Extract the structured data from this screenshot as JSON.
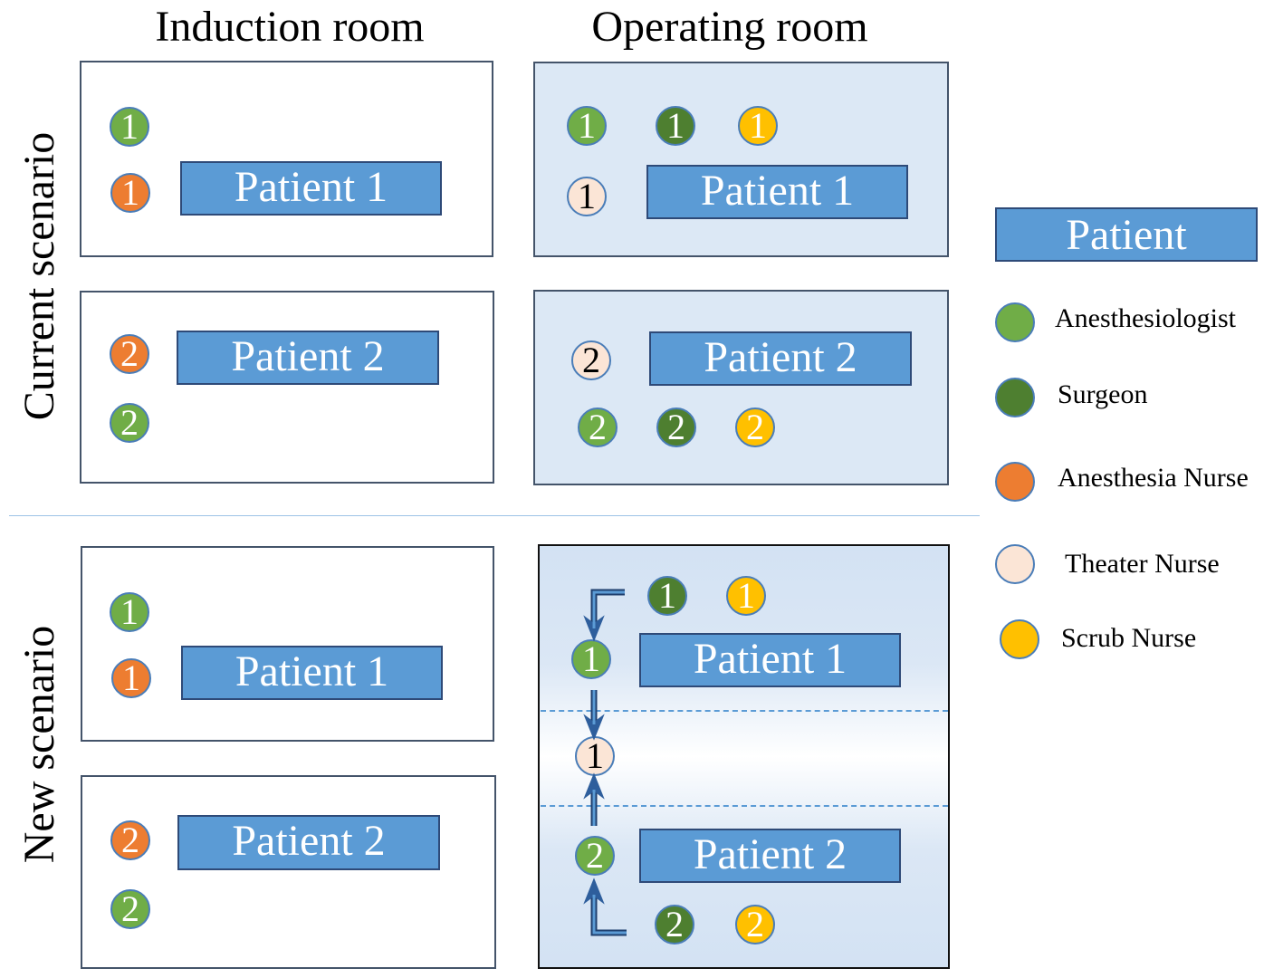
{
  "columns": {
    "induction": "Induction room",
    "operating": "Operating room"
  },
  "rows": {
    "current": "Current scenario",
    "new": "New scenario"
  },
  "patients": {
    "p1": "Patient 1",
    "p2": "Patient 2"
  },
  "badges": {
    "one": "1",
    "two": "2"
  },
  "legend": {
    "patient": "Patient",
    "anesthesiologist": "Anesthesiologist",
    "surgeon": "Surgeon",
    "anesthesia_nurse": "Anesthesia Nurse",
    "theater_nurse": "Theater Nurse",
    "scrub_nurse": "Scrub Nurse"
  },
  "colors": {
    "anesthesiologist": "#70ad47",
    "surgeon": "#4e7f30",
    "anesthesia_nurse": "#ed7d31",
    "theater_nurse": "#fbe5d6",
    "scrub_nurse": "#ffc000",
    "patient": "#5b9bd5"
  }
}
